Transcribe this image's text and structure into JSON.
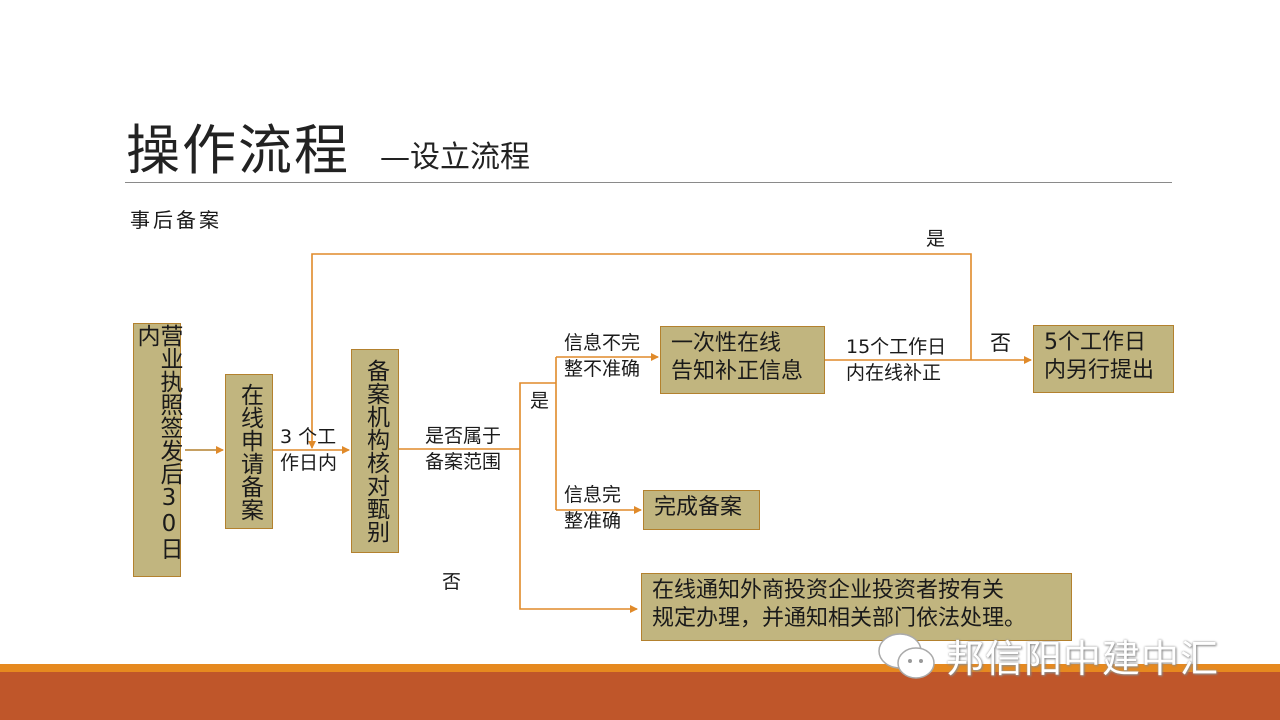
{
  "slide": {
    "title": "操作流程",
    "title_suffix": "—设立流程",
    "subtitle": "事后备案"
  },
  "flow": {
    "boxes": {
      "license": "营业执照签发后30日内",
      "online_apply": "在线申请备案",
      "verify": "备案机构核对甄别",
      "notify_correction": [
        "一次性在线",
        "告知补正信息"
      ],
      "resubmit": [
        "5个工作日",
        "内另行提出"
      ],
      "complete": "完成备案",
      "notify_investor": [
        "在线通知外商投资企业投资者按有关",
        "规定办理，并通知相关部门依法处理。"
      ]
    },
    "labels": {
      "three_days": [
        "3 个工",
        "作日内"
      ],
      "in_scope": [
        "是否属于",
        "备案范围"
      ],
      "yes_scope": "是",
      "no_scope": "否",
      "incomplete": [
        "信息不完",
        "整不准确"
      ],
      "complete_info": [
        "信息完",
        "整准确"
      ],
      "fifteen_days": [
        "15个工作日",
        "内在线补正"
      ],
      "no_correction": "否",
      "yes_correction": "是"
    }
  },
  "watermark": {
    "icon": "wechat-icon",
    "text": "邦信阳中建中汇"
  },
  "colors": {
    "box_fill": "#c1b57f",
    "box_border": "#b3812e",
    "connector": "#e08a2a",
    "bar_orange": "#e6891f",
    "bar_rust": "#bf562a"
  }
}
